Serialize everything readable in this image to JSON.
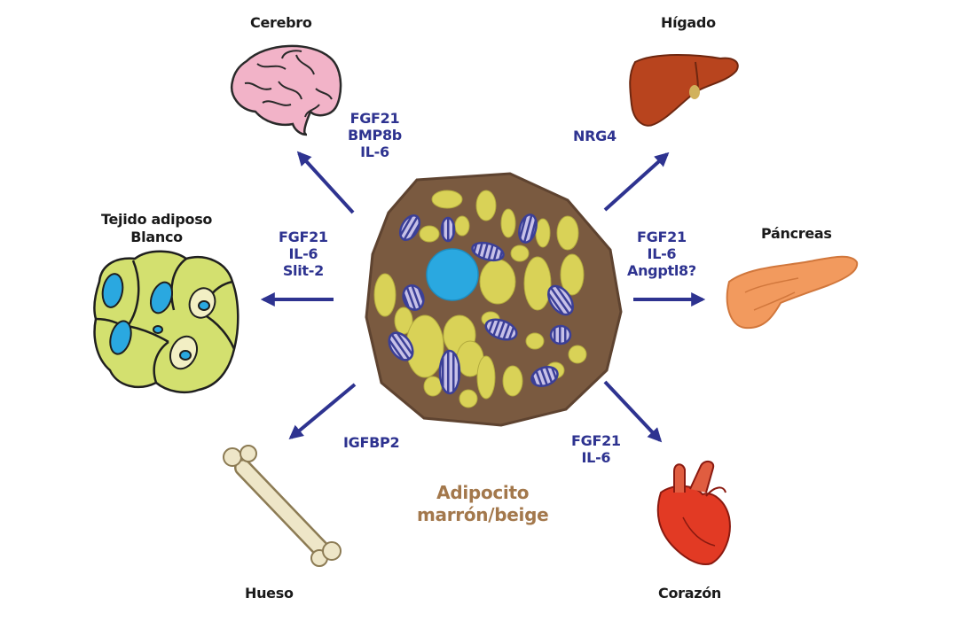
{
  "center": {
    "line1": "Adipocito",
    "line2": "marrón/beige"
  },
  "organs": {
    "brain": {
      "label": "Cerebro",
      "signals": [
        "FGF21",
        "BMP8b",
        "IL-6"
      ]
    },
    "liver": {
      "label": "Hígado",
      "signals": [
        "NRG4"
      ]
    },
    "white_fat": {
      "label_line1": "Tejido adiposo",
      "label_line2": "Blanco",
      "signals": [
        "FGF21",
        "IL-6",
        "Slit-2"
      ]
    },
    "pancreas": {
      "label": "Páncreas",
      "signals": [
        "FGF21",
        "IL-6",
        "Angptl8?"
      ]
    },
    "bone": {
      "label": "Hueso",
      "signals": [
        "IGFBP2"
      ]
    },
    "heart": {
      "label": "Corazón",
      "signals": [
        "FGF21",
        "IL-6"
      ]
    }
  },
  "colors": {
    "arrow": "#2e3390",
    "signal_text": "#2e3390",
    "cell_body": "#7a5a40",
    "lipid_droplet": "#d9d257",
    "mitochondria": "#3b3f97",
    "nucleus": "#2aa8e0",
    "center_label": "#a3784c"
  }
}
